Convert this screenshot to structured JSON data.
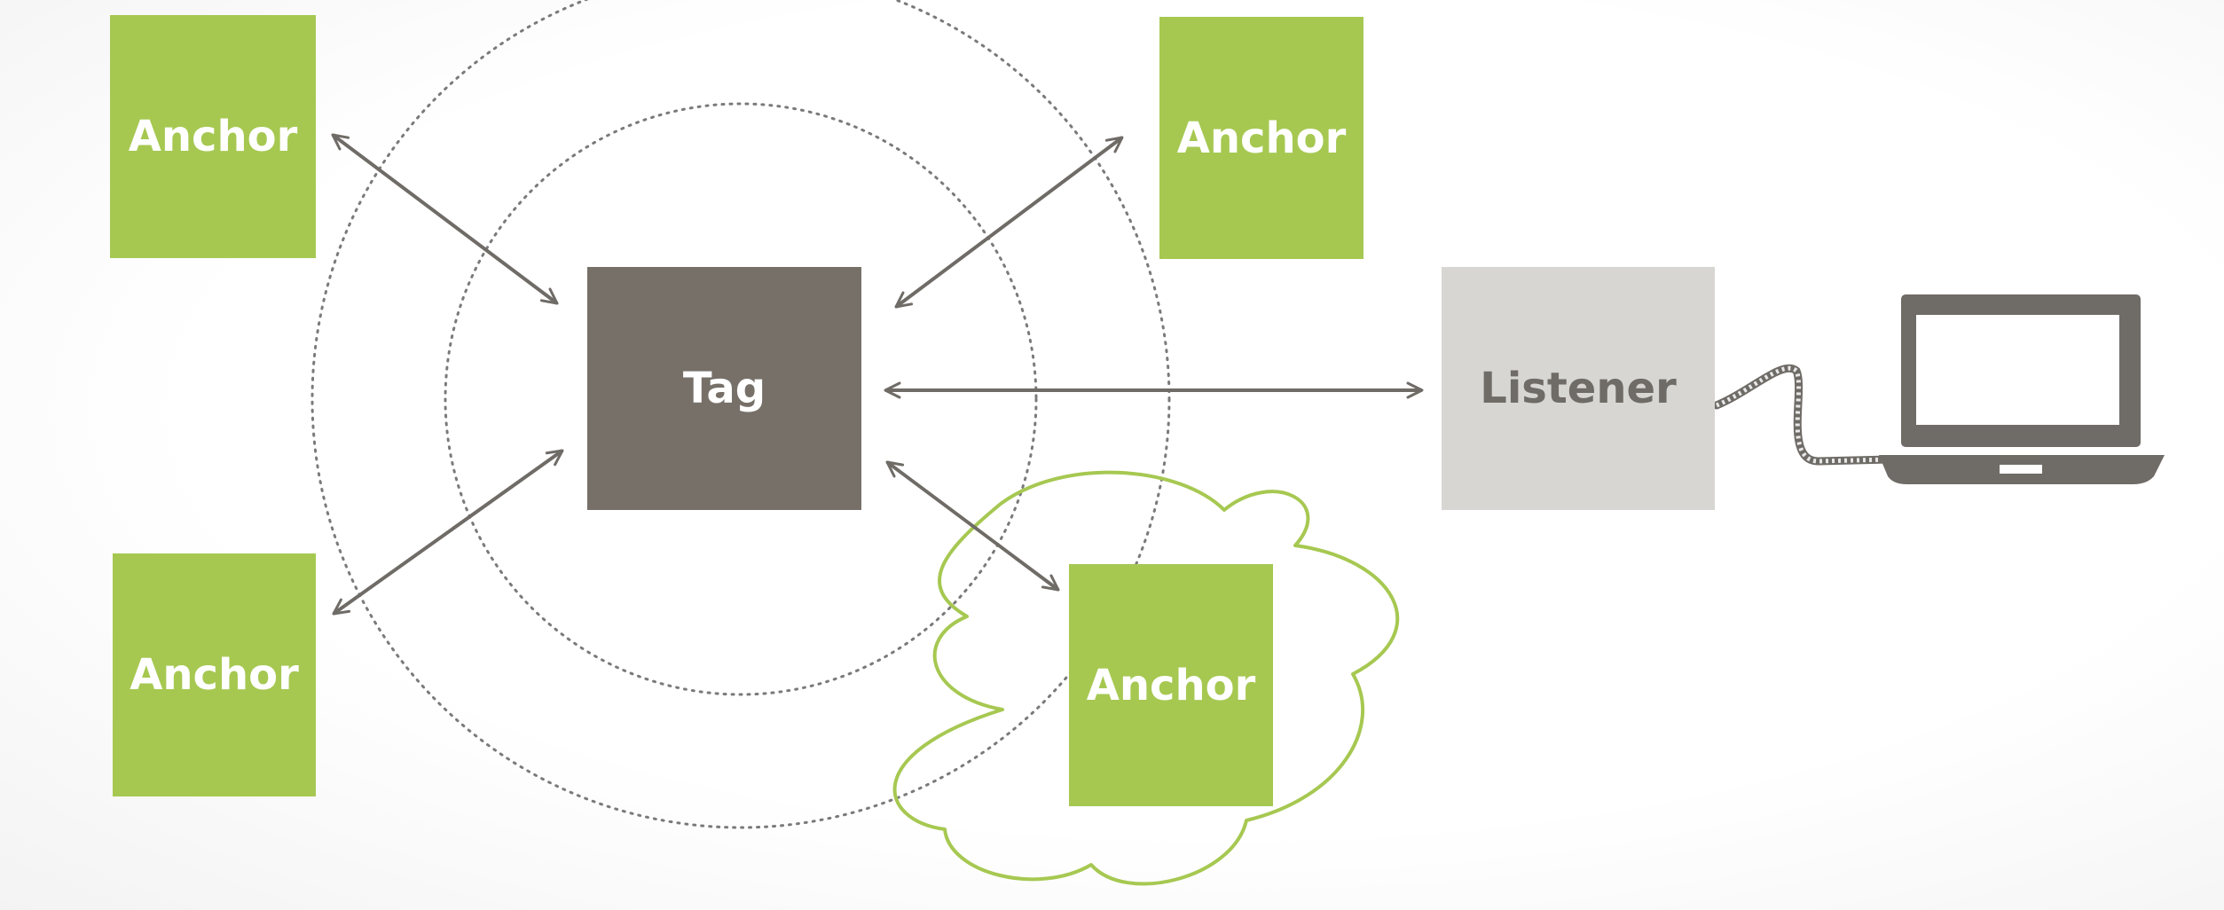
{
  "colors": {
    "anchor": "#a6c851",
    "tag": "#767069",
    "listener": "#d7d6d3",
    "arrow": "#6f6b66",
    "ring": "#7a7a7a",
    "laptop": "#6f6b66"
  },
  "anchors": [
    {
      "label": "Anchor"
    },
    {
      "label": "Anchor"
    },
    {
      "label": "Anchor"
    },
    {
      "label": "Anchor"
    }
  ],
  "tag": {
    "label": "Tag"
  },
  "listener": {
    "label": "Listener"
  },
  "icons": {
    "device": "laptop-icon",
    "cable": "cable-icon",
    "zone": "cloud-outline"
  }
}
